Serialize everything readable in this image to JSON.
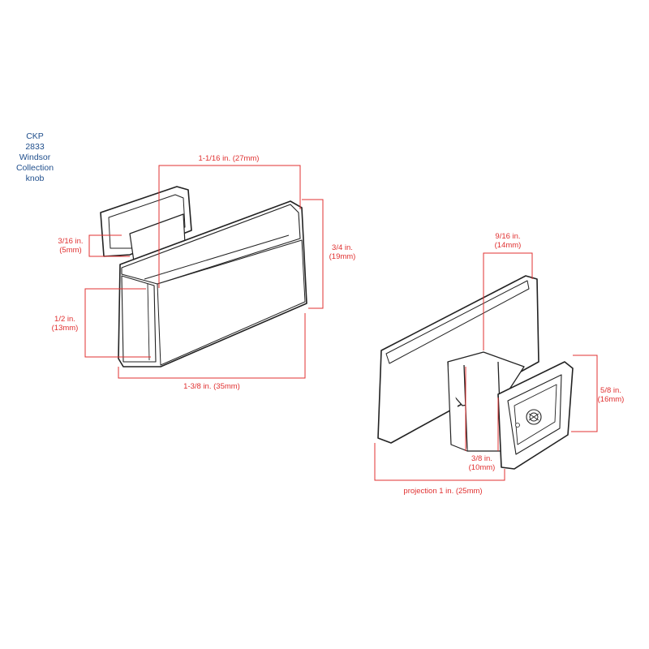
{
  "title_lines": [
    "CKP",
    "2833",
    "Windsor",
    "Collection",
    "knob"
  ],
  "colors": {
    "title": "#1f4e8c",
    "dimension": "#e03030",
    "outline": "#222222"
  },
  "dimensions": {
    "front_width_top": "1-1/16 in. (27mm)",
    "front_offset": {
      "line1": "3/16 in.",
      "line2": "(5mm)"
    },
    "front_height": {
      "line1": "3/4 in.",
      "line2": "(19mm)"
    },
    "front_depth": {
      "line1": "1/2 in.",
      "line2": "(13mm)"
    },
    "front_width_bottom": "1-3/8 in. (35mm)",
    "side_top": {
      "line1": "9/16 in.",
      "line2": "(14mm)"
    },
    "side_height": {
      "line1": "5/8 in.",
      "line2": "(16mm)"
    },
    "side_stem": {
      "line1": "3/8 in.",
      "line2": "(10mm)"
    },
    "side_projection": "projection 1 in. (25mm)"
  }
}
